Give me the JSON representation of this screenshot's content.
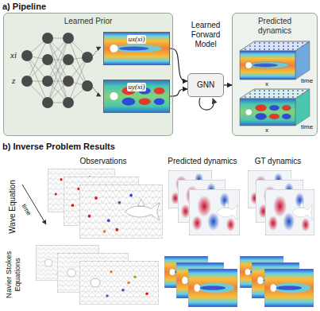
{
  "diagram": {
    "nodes": [
      {
        "text": [
          "Learned Prior"
        ]
      },
      {
        "text": [
          "ux(xi)"
        ],
        "in": 0
      },
      {
        "text": [
          "uy(xi)"
        ],
        "in": 0
      },
      {
        "text": [
          "GNN"
        ]
      },
      {
        "text": [
          "Predicted dynamics"
        ]
      }
    ],
    "edges": [
      {
        "from": 1,
        "to": 3,
        "arrow": "to"
      },
      {
        "from": 2,
        "to": 3,
        "arrow": "to"
      },
      {
        "from": 3,
        "to": 4,
        "arrow": "to"
      }
    ],
    "labels": [
      "a) Pipeline",
      "xi",
      "z",
      "Learned Forward Model",
      "x",
      "time",
      "x",
      "time",
      "b) Inverse Problem Results",
      "Observations",
      "Predicted dynamics",
      "GT dynamics",
      "Wave Equation",
      "time",
      "Navier Stokes Equations"
    ]
  }
}
